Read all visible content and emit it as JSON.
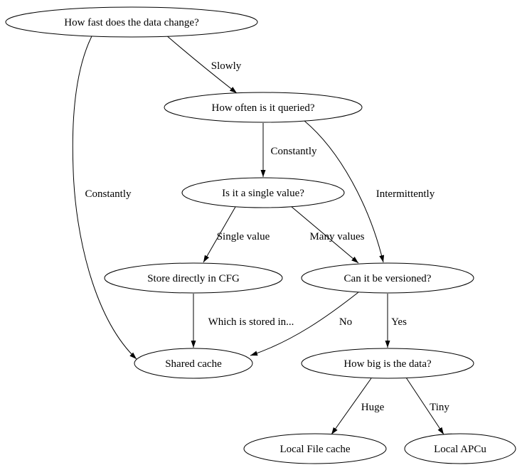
{
  "colors": {
    "background": "#ffffff",
    "node_fill": "#ffffff",
    "line": "#000000",
    "text": "#000000"
  },
  "diagram": {
    "type": "decision-tree",
    "nodes": {
      "change_speed": {
        "label": "How fast does the data change?"
      },
      "query_freq": {
        "label": "How often is it queried?"
      },
      "single_value": {
        "label": "Is it a single value?"
      },
      "store_cfg": {
        "label": "Store directly in CFG"
      },
      "versioned": {
        "label": "Can it be versioned?"
      },
      "shared_cache": {
        "label": "Shared cache"
      },
      "data_size": {
        "label": "How big is the data?"
      },
      "local_file": {
        "label": "Local File cache"
      },
      "local_apcu": {
        "label": "Local APCu"
      }
    },
    "edges": {
      "slowly": {
        "label": "Slowly",
        "from": "change_speed",
        "to": "query_freq"
      },
      "constantly_change": {
        "label": "Constantly",
        "from": "change_speed",
        "to": "shared_cache"
      },
      "constantly_query": {
        "label": "Constantly",
        "from": "query_freq",
        "to": "single_value"
      },
      "intermittently": {
        "label": "Intermittently",
        "from": "query_freq",
        "to": "versioned"
      },
      "single": {
        "label": "Single value",
        "from": "single_value",
        "to": "store_cfg"
      },
      "many": {
        "label": "Many values",
        "from": "single_value",
        "to": "versioned"
      },
      "stored_in": {
        "label": "Which is stored in...",
        "from": "store_cfg",
        "to": "shared_cache"
      },
      "no": {
        "label": "No",
        "from": "versioned",
        "to": "shared_cache"
      },
      "yes": {
        "label": "Yes",
        "from": "versioned",
        "to": "data_size"
      },
      "huge": {
        "label": "Huge",
        "from": "data_size",
        "to": "local_file"
      },
      "tiny": {
        "label": "Tiny",
        "from": "data_size",
        "to": "local_apcu"
      }
    }
  }
}
